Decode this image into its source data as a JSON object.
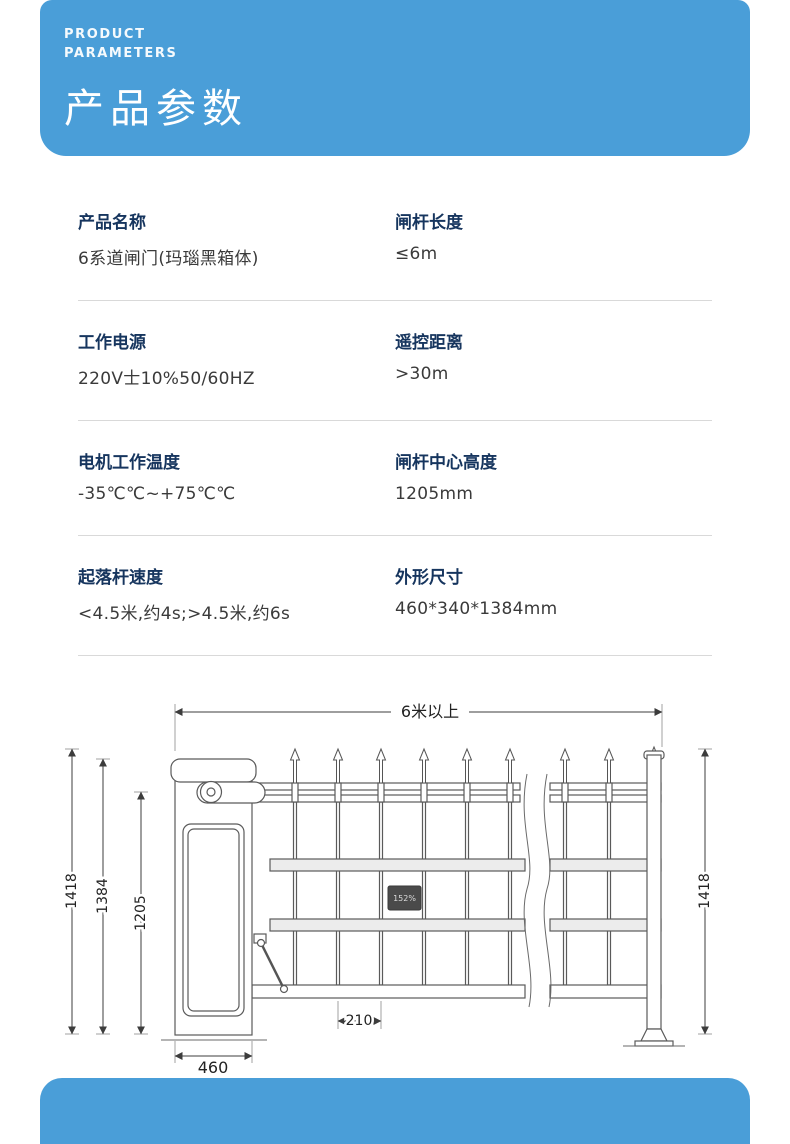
{
  "header": {
    "eyebrow_line1": "PRODUCT",
    "eyebrow_line2": "PARAMETERS",
    "title": "产品参数"
  },
  "specs": [
    {
      "left": {
        "label": "产品名称",
        "value": "6系道闸门(玛瑙黑箱体)"
      },
      "right": {
        "label": "闸杆长度",
        "value": "≤6m"
      }
    },
    {
      "left": {
        "label": "工作电源",
        "value": "220V士10%50/60HZ"
      },
      "right": {
        "label": "遥控距离",
        "value": ">30m"
      }
    },
    {
      "left": {
        "label": "电机工作温度",
        "value": "-35℃℃~+75℃℃"
      },
      "right": {
        "label": "闸杆中心高度",
        "value": "1205mm"
      }
    },
    {
      "left": {
        "label": "起落杆速度",
        "value": "<4.5米,约4s;>4.5米,约6s"
      },
      "right": {
        "label": "外形尺寸",
        "value": "460*340*1384mm"
      }
    }
  ],
  "diagram": {
    "dim_top": "6米以上",
    "dim_left_outer": "1418",
    "dim_left_middle": "1384",
    "dim_left_inner": "1205",
    "dim_right": "1418",
    "dim_cabinet_width": "460",
    "dim_picket_spacing": "210",
    "plate_text": "152%"
  },
  "colors": {
    "banner_blue": "#4a9ed8",
    "label_navy": "#16355e",
    "value_gray": "#3a3a3a"
  }
}
